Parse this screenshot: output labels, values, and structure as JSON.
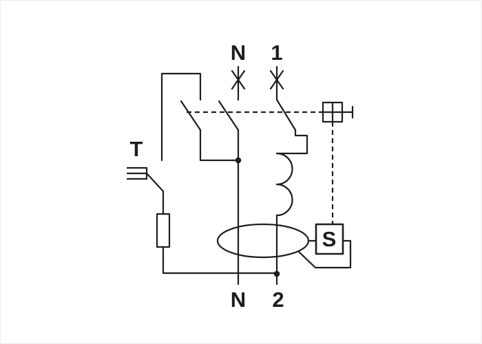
{
  "diagram": {
    "labels": {
      "terminal_top_neutral": "N",
      "terminal_top_line": "1",
      "terminal_bottom_neutral": "N",
      "terminal_bottom_line": "2",
      "test_button": "T",
      "trip_solenoid": "S"
    },
    "colors": {
      "line": "#1d1d1b",
      "background": "#ffffff"
    }
  }
}
